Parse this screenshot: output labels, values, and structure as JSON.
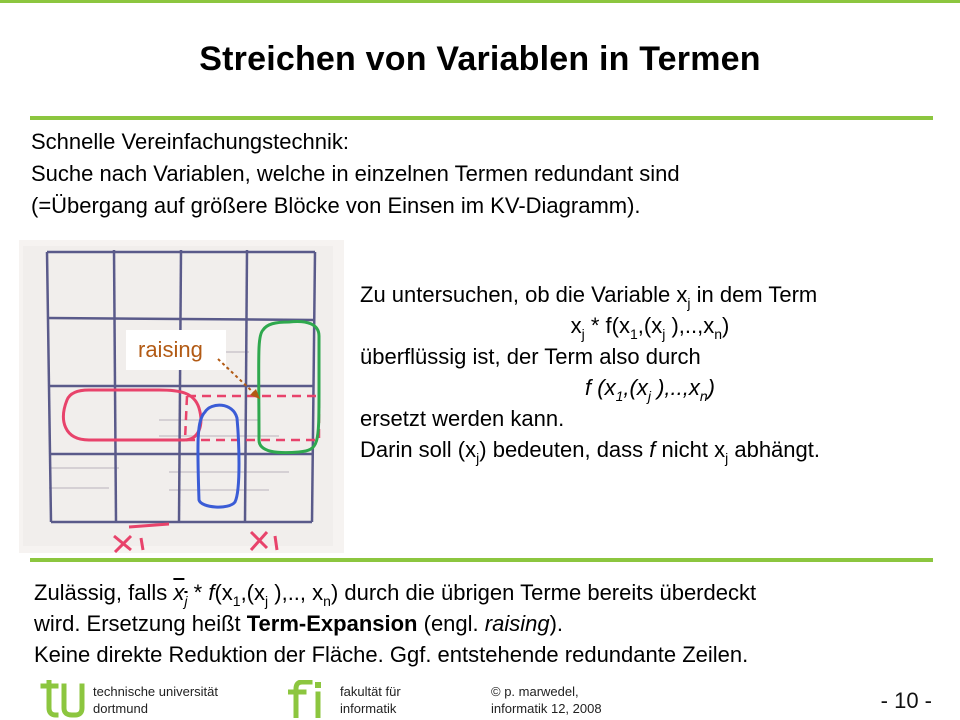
{
  "title": "Streichen von Variablen in Termen",
  "intro": [
    "Schnelle Vereinfachungstechnik:",
    "Suche nach Variablen, welche in einzelnen Termen redundant sind",
    "(=Übergang auf größere Blöcke von Einsen im KV-Diagramm)."
  ],
  "figure": {
    "label": "raising"
  },
  "explain": {
    "l1_pre": "Zu untersuchen, ob die Variable x",
    "l1_sub": "j",
    "l1_post": " in dem Term",
    "l2": {
      "a": "x",
      "a_sub": "j",
      "b": " * f(x",
      "b_sub": "1",
      "c": ",(x",
      "c_sub": "j",
      "d": " ),..,x",
      "d_sub": "n",
      "e": ")"
    },
    "l3": "überflüssig ist, der Term also durch",
    "l4": {
      "a": "f (x",
      "a_sub": "1",
      "b": ",(x",
      "b_sub": "j",
      "c": " ),..,x",
      "c_sub": "n",
      "d": ")"
    },
    "l5": "ersetzt werden kann.",
    "l6": {
      "a": "Darin soll (x",
      "a_sub": "j",
      "b": ") bedeuten, dass ",
      "f": "f",
      "c": " nicht x",
      "c_sub": "j",
      "d": " abhängt."
    }
  },
  "bottom": {
    "l1": {
      "a": "Zulässig, falls ",
      "x": "x",
      "x_sub": "j",
      "b": " * ",
      "f": "f",
      "c": "(x",
      "c_sub": "1",
      "d": ",(x",
      "d_sub": "j",
      "e": " ),.., x",
      "e_sub": "n",
      "g": ") durch die übrigen Terme bereits überdeckt"
    },
    "l2": {
      "a": "wird. Ersetzung heißt ",
      "bold": "Term-Expansion",
      "b": " (engl. ",
      "it": "raising",
      "c": ")."
    },
    "l3": "Keine direkte Reduktion der Fläche. Ggf. entstehende redundante Zeilen."
  },
  "footer": {
    "uni_line1": "technische universität",
    "uni_line2": "dortmund",
    "fac_line1": "fakultät für",
    "fac_line2": "informatik",
    "author_line1": "© p. marwedel,",
    "author_line2": "informatik 12,  2008",
    "page": "- 10 -",
    "brand_green": "#8cc63f"
  }
}
